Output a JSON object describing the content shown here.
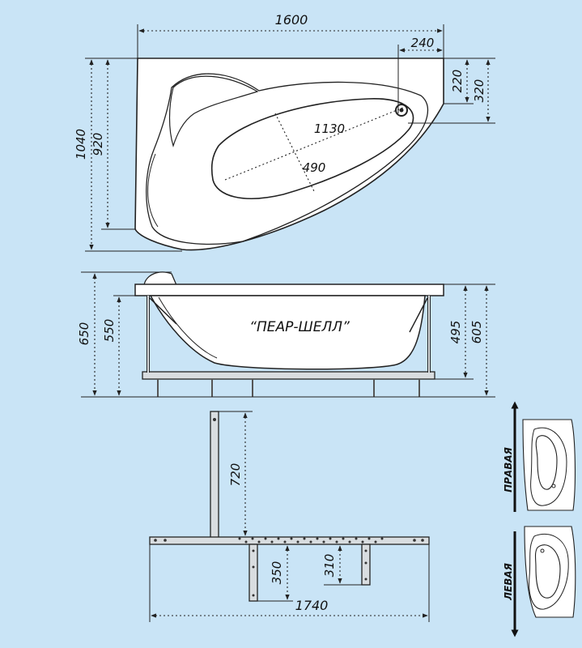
{
  "top_view": {
    "width_label": "1600",
    "corner_width_label": "240",
    "corner_height_label": "220",
    "drain_offset_label": "320",
    "total_depth_label": "1040",
    "inner_depth_label": "920",
    "basin_length_label": "1130",
    "basin_width_label": "490"
  },
  "side_view": {
    "model_name": "“ПЕАР-ШЕЛЛ”",
    "total_height_label": "650",
    "rim_height_label": "550",
    "front_height_label": "495",
    "back_height_label": "605"
  },
  "frame_view": {
    "post_height_label": "720",
    "left_leg_label": "350",
    "right_leg_label": "310",
    "frame_length_label": "1740"
  },
  "orientation": {
    "right_label": "ПРАВАЯ",
    "left_label": "ЛЕВАЯ"
  },
  "colors": {
    "background": "#c9e4f6",
    "tub": "#ffffff",
    "frame": "#d9dde0"
  }
}
